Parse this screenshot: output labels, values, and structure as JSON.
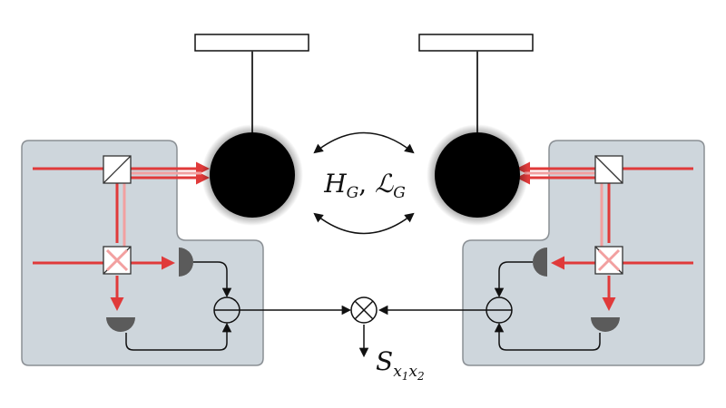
{
  "coupling_label": {
    "H": "H",
    "H_sub": "G",
    "comma": ", ",
    "L": "ℒ",
    "L_sub": "G"
  },
  "output_label": {
    "S": "S",
    "x": "x",
    "sub1": "1",
    "sub2": "2"
  },
  "colors": {
    "laser": "#e03a3a",
    "laser_light": "#f2a0a0",
    "panel": "#ced6dc",
    "panel_border": "#8a8f94",
    "mass": "#000000",
    "detector": "#5b5b5b",
    "wire": "#111111"
  },
  "icons": [
    "beam-splitter-icon",
    "photodetector-icon",
    "subtractor-icon",
    "multiplier-icon",
    "pendulum-mass"
  ]
}
